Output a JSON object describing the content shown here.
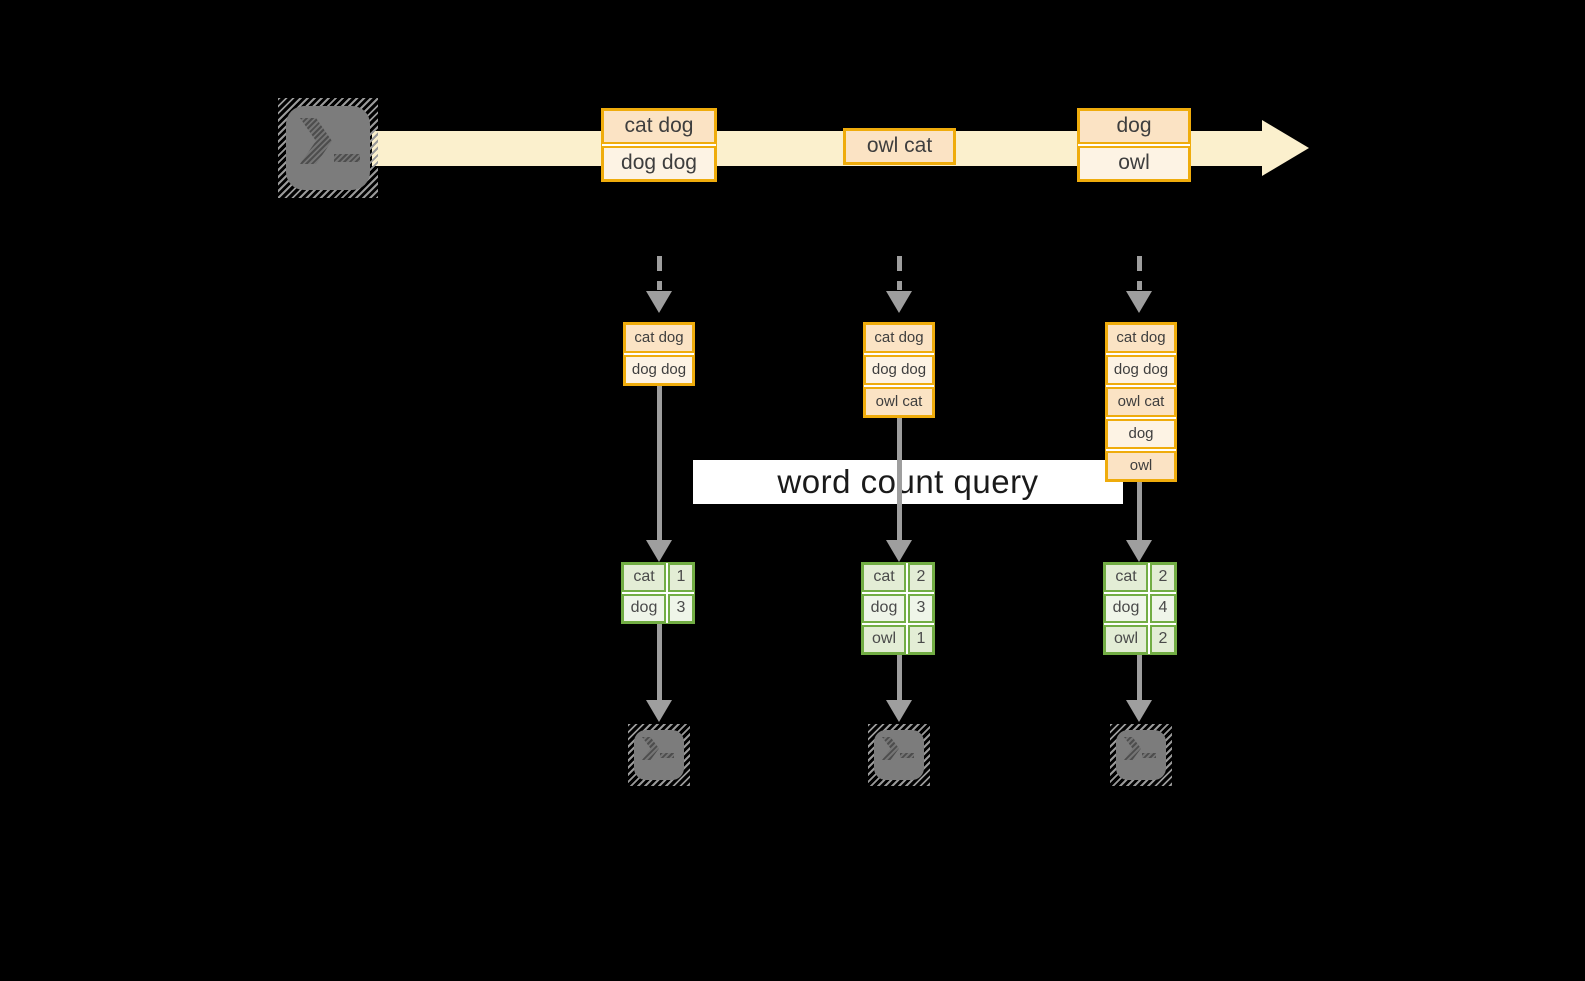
{
  "query_label": "word count query",
  "stream": {
    "messages": [
      {
        "cells": [
          "cat dog",
          "dog dog"
        ]
      },
      {
        "cells": [
          "owl cat"
        ]
      },
      {
        "cells": [
          "dog",
          "owl"
        ]
      }
    ]
  },
  "pipelines": [
    {
      "buffer": [
        "cat dog",
        "dog dog"
      ],
      "counts": [
        {
          "word": "cat",
          "count": "1"
        },
        {
          "word": "dog",
          "count": "3"
        }
      ]
    },
    {
      "buffer": [
        "cat dog",
        "dog dog",
        "owl cat"
      ],
      "counts": [
        {
          "word": "cat",
          "count": "2"
        },
        {
          "word": "dog",
          "count": "3"
        },
        {
          "word": "owl",
          "count": "1"
        }
      ]
    },
    {
      "buffer": [
        "cat dog",
        "dog dog",
        "owl cat",
        "dog",
        "owl"
      ],
      "counts": [
        {
          "word": "cat",
          "count": "2"
        },
        {
          "word": "dog",
          "count": "4"
        },
        {
          "word": "owl",
          "count": "2"
        }
      ]
    }
  ],
  "icons": {
    "source": "terminal-prompt-icon",
    "sinks": [
      "terminal-prompt-icon",
      "terminal-prompt-icon",
      "terminal-prompt-icon"
    ]
  },
  "colors": {
    "background": "#000000",
    "stream_band": "#FBF0CD",
    "message_border": "#EFAC0C",
    "message_fill_dark": "#FBE3C4",
    "message_fill_light": "#FDF3E4",
    "table_border": "#72AD44",
    "table_fill_dark": "#E3EDD5",
    "table_fill_light": "#EFF5E9",
    "connector": "#9E9E9E",
    "terminal_gray": "#7C7C7C",
    "query_label_bg": "#FFFFFF",
    "query_label_text": "#1A1A1A"
  }
}
